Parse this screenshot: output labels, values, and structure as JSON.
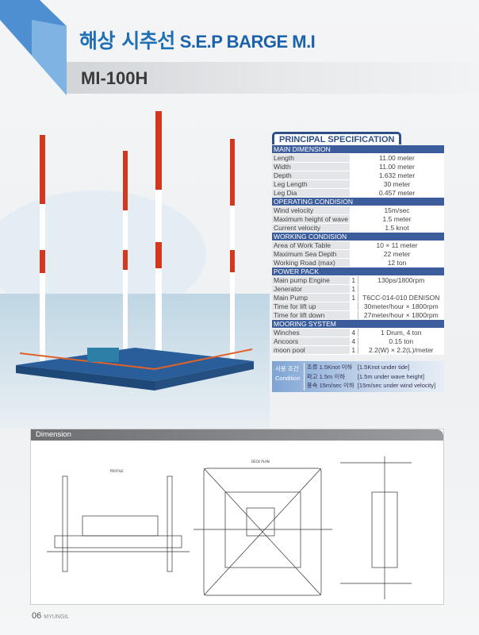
{
  "header": {
    "title_ko": "해상 시추선",
    "title_en": "S.E.P BARGE M.I",
    "model": "MI-100H"
  },
  "spec": {
    "title": "PRINCIPAL SPECIFICATION",
    "sections": [
      {
        "name": "MAIN DIMENSION",
        "rows": [
          [
            "Length",
            "",
            "11.00 meter"
          ],
          [
            "Width",
            "",
            "11.00 meter"
          ],
          [
            "Depth",
            "",
            "1.632 meter"
          ],
          [
            "Leg Length",
            "",
            "30 meter"
          ],
          [
            "Leg Dia",
            "",
            "0.457 meter"
          ]
        ]
      },
      {
        "name": "OPERATING CONDISION",
        "rows": [
          [
            "Wind velocity",
            "",
            "15m/sec"
          ],
          [
            "Maximum height of wave",
            "",
            "1.5 meter"
          ],
          [
            "Current velocity",
            "",
            "1.5 knot"
          ]
        ]
      },
      {
        "name": "WORKING CONDISION",
        "rows": [
          [
            "Area of Work Table",
            "",
            "10 × 11 meter"
          ],
          [
            "Maximum Sea Depth",
            "",
            "22 meter"
          ],
          [
            "Working Road (max)",
            "",
            "12 ton"
          ]
        ]
      },
      {
        "name": "POWER PACK",
        "qty": true,
        "rows": [
          [
            "Main pump Engine",
            "1",
            "130ps/1800rpm"
          ],
          [
            "Jenerator",
            "1",
            ""
          ],
          [
            "Main Pump",
            "1",
            "T6CC-014-010   DENISON"
          ],
          [
            "Time for lift up",
            "",
            "30meter/hour × 1800rpm"
          ],
          [
            "Time for lift down",
            "",
            "27meter/hour × 1800rpm"
          ]
        ]
      },
      {
        "name": "MOORING SYSTEM",
        "qty": true,
        "rows": [
          [
            "Winches",
            "4",
            "1 Drum, 4 ton"
          ],
          [
            "Ancoors",
            "4",
            "0.15 ton"
          ],
          [
            "moon pool",
            "1",
            "2.2(W) × 2.2(L)/meter"
          ]
        ]
      }
    ]
  },
  "condition": {
    "label_ko": "사용 조건",
    "label_en": "Condition",
    "ko": [
      "조류 1.5Knot 이하",
      "파고 1.5m 이하",
      "풍속 15m/sec 이하"
    ],
    "en": [
      "[1.5Knot under tide]",
      "[1.5m under wave height]",
      "[15m/sec under wind velocity]"
    ]
  },
  "dimension": {
    "title": "Dimension",
    "profile": "PROFILE",
    "deck": "DECK PLAN"
  },
  "footer": {
    "page": "06",
    "brand": "MYUNGIL"
  },
  "colors": {
    "brand_blue": "#1f6fb5",
    "section_blue": "#3c5d9c",
    "leg_red": "#d2381e"
  }
}
